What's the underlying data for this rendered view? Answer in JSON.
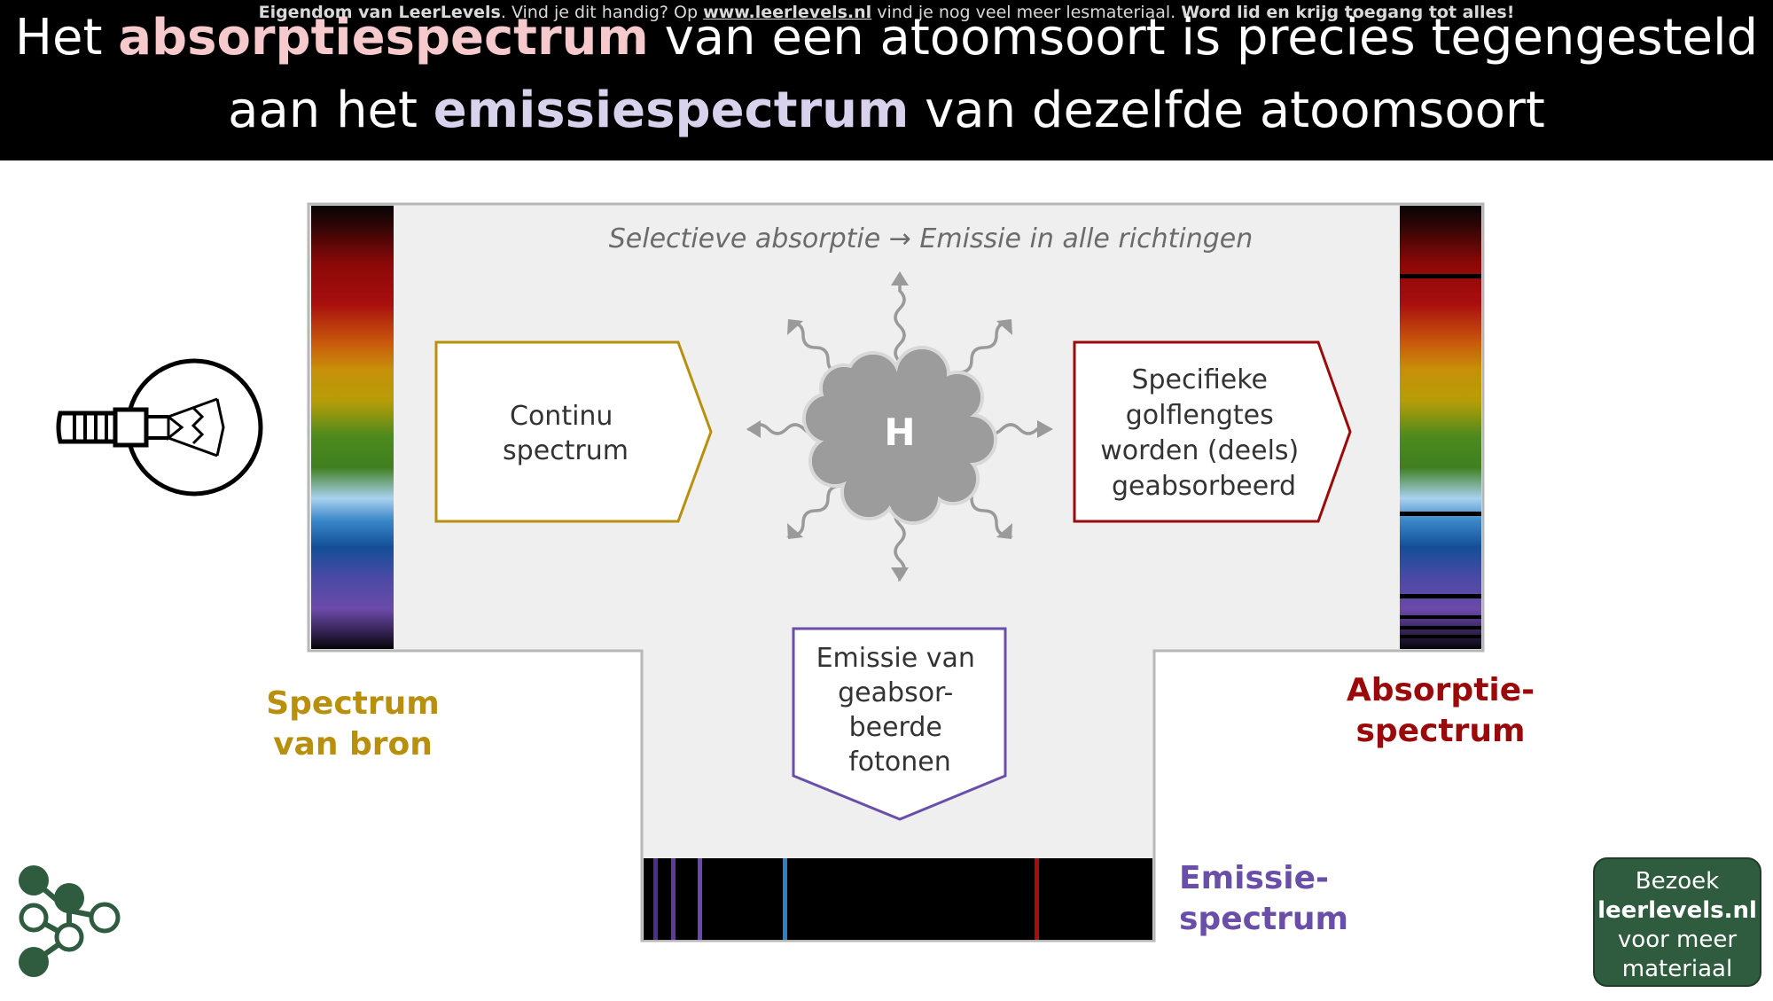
{
  "header": {
    "notice": {
      "part1": "Eigendom van LeerLevels",
      "part2": ". Vind je dit handig? Op ",
      "link": "www.leerlevels.nl",
      "part3": " vind je nog veel meer lesmateriaal. ",
      "part4": "Word lid en krijg toegang tot alles!"
    },
    "title_line1": {
      "before": "Het ",
      "highlight": "absorptiespectrum",
      "after": " van een atoomsoort is precies tegengesteld"
    },
    "title_line2": {
      "before": "aan het ",
      "highlight": "emissiespectrum",
      "after": " van dezelfde atoomsoort"
    }
  },
  "diagram": {
    "subtitle": "Selectieve absorptie →  Emissie in alle richtingen",
    "atom_symbol": "H",
    "box_continuous": [
      "Continu",
      "spectrum"
    ],
    "box_absorbed": [
      "Specifieke",
      "golflengtes",
      "worden (deels)",
      "geabsorbeerd"
    ],
    "box_emission": [
      "Emissie van",
      "geabsor-",
      "beerde",
      "fotonen"
    ],
    "label_source": [
      "Spectrum",
      "van bron"
    ],
    "label_absorption": [
      "Absorptie-",
      "spectrum"
    ],
    "label_emission": [
      "Emissie-",
      "spectrum"
    ]
  },
  "cta": {
    "line1": "Bezoek",
    "line2": "leerlevels.nl",
    "line3": "voor meer",
    "line4": "materiaal"
  },
  "colors": {
    "source": "#b8900e",
    "absorption": "#9b0a0a",
    "emission": "#6a4fa8",
    "panel": "#efefef",
    "brand": "#2f5b3e"
  },
  "icons": [
    "light-bulb-icon",
    "photon-arrow-icon",
    "leerlevels-logo-icon"
  ]
}
